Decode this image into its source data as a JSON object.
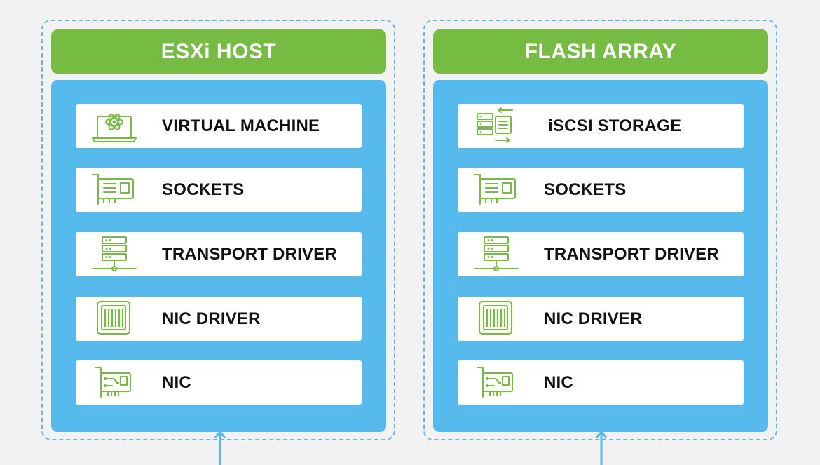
{
  "colors": {
    "page_background": "#f2f2f2",
    "header_green": "#76bc43",
    "stack_blue": "#56baed",
    "dashed_border": "#5bbbe9",
    "icon_green": "#76bc43",
    "label_text": "#111111"
  },
  "stacks": [
    {
      "title": "ESXi HOST",
      "layers": [
        {
          "label": "VIRTUAL MACHINE",
          "icon": "virtual-machine-icon"
        },
        {
          "label": "SOCKETS",
          "icon": "network-card-icon"
        },
        {
          "label": "TRANSPORT DRIVER",
          "icon": "server-rack-icon"
        },
        {
          "label": "NIC DRIVER",
          "icon": "driver-chip-icon"
        },
        {
          "label": "NIC",
          "icon": "nic-card-icon"
        }
      ]
    },
    {
      "title": "FLASH ARRAY",
      "layers": [
        {
          "label": "iSCSI STORAGE",
          "icon": "storage-transfer-icon"
        },
        {
          "label": "SOCKETS",
          "icon": "network-card-icon"
        },
        {
          "label": "TRANSPORT DRIVER",
          "icon": "server-rack-icon"
        },
        {
          "label": "NIC DRIVER",
          "icon": "driver-chip-icon"
        },
        {
          "label": "NIC",
          "icon": "nic-card-icon"
        }
      ]
    }
  ]
}
